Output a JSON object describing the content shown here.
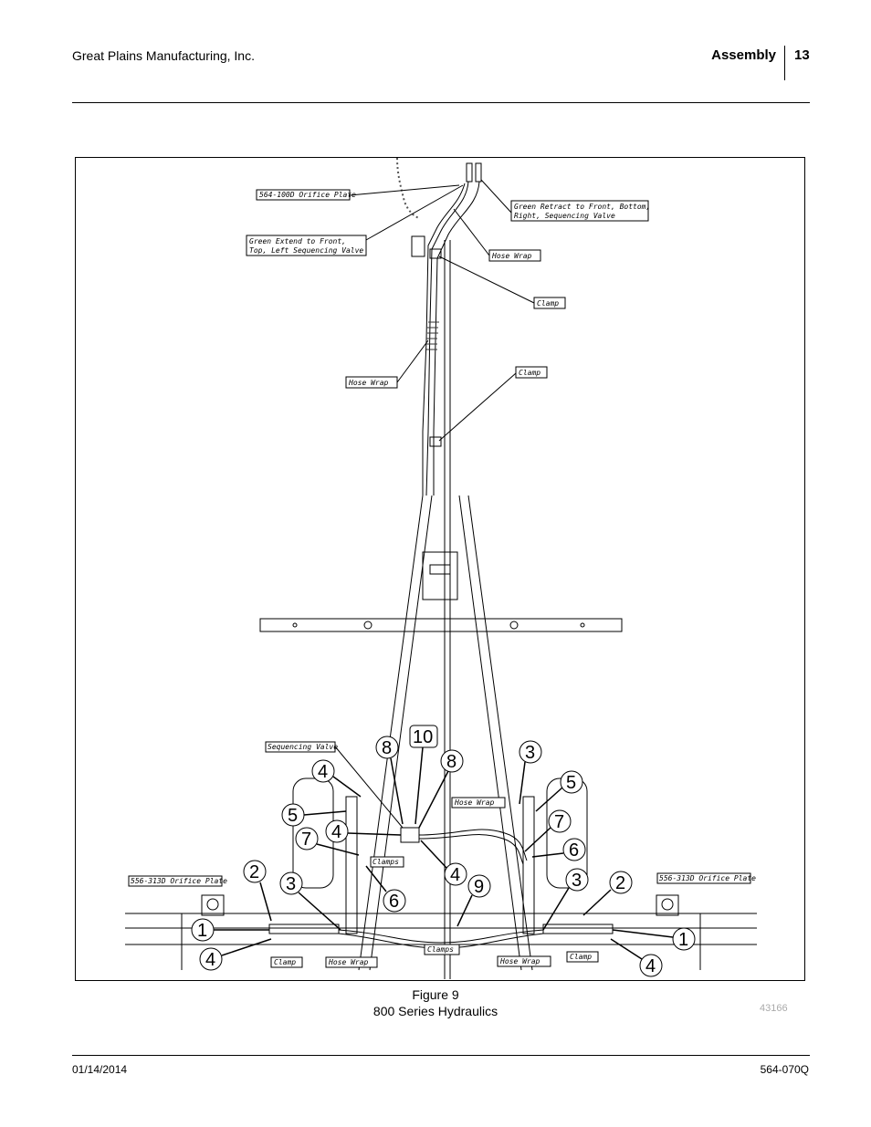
{
  "header": {
    "company": "Great Plains Manufacturing, Inc.",
    "section": "Assembly",
    "page_number": "13"
  },
  "figure": {
    "caption_line1": "Figure 9",
    "caption_line2": "800 Series Hydraulics",
    "drawing_number": "43166",
    "labels": [
      "564-100D Orifice Plate",
      "Green Retract to Front, Bottom,",
      "Right, Sequencing Valve",
      "Green Extend to Front,",
      "Top, Left Sequencing Valve",
      "Hose Wrap",
      "Clamp",
      "Hose Wrap",
      "Clamp",
      "Sequencing Valve",
      "Hose Wrap",
      "Clamps",
      "556-313D Orifice Plate",
      "556-313D Orifice Plate",
      "Clamps",
      "Clamp",
      "Hose Wrap",
      "Hose Wrap",
      "Clamp"
    ],
    "callouts": [
      "10",
      "8",
      "8",
      "3",
      "4",
      "5",
      "5",
      "4",
      "7",
      "7",
      "6",
      "4",
      "2",
      "3",
      "9",
      "3",
      "2",
      "6",
      "1",
      "1",
      "4",
      "4"
    ]
  },
  "footer": {
    "date": "01/14/2014",
    "doc_number": "564-070Q"
  }
}
